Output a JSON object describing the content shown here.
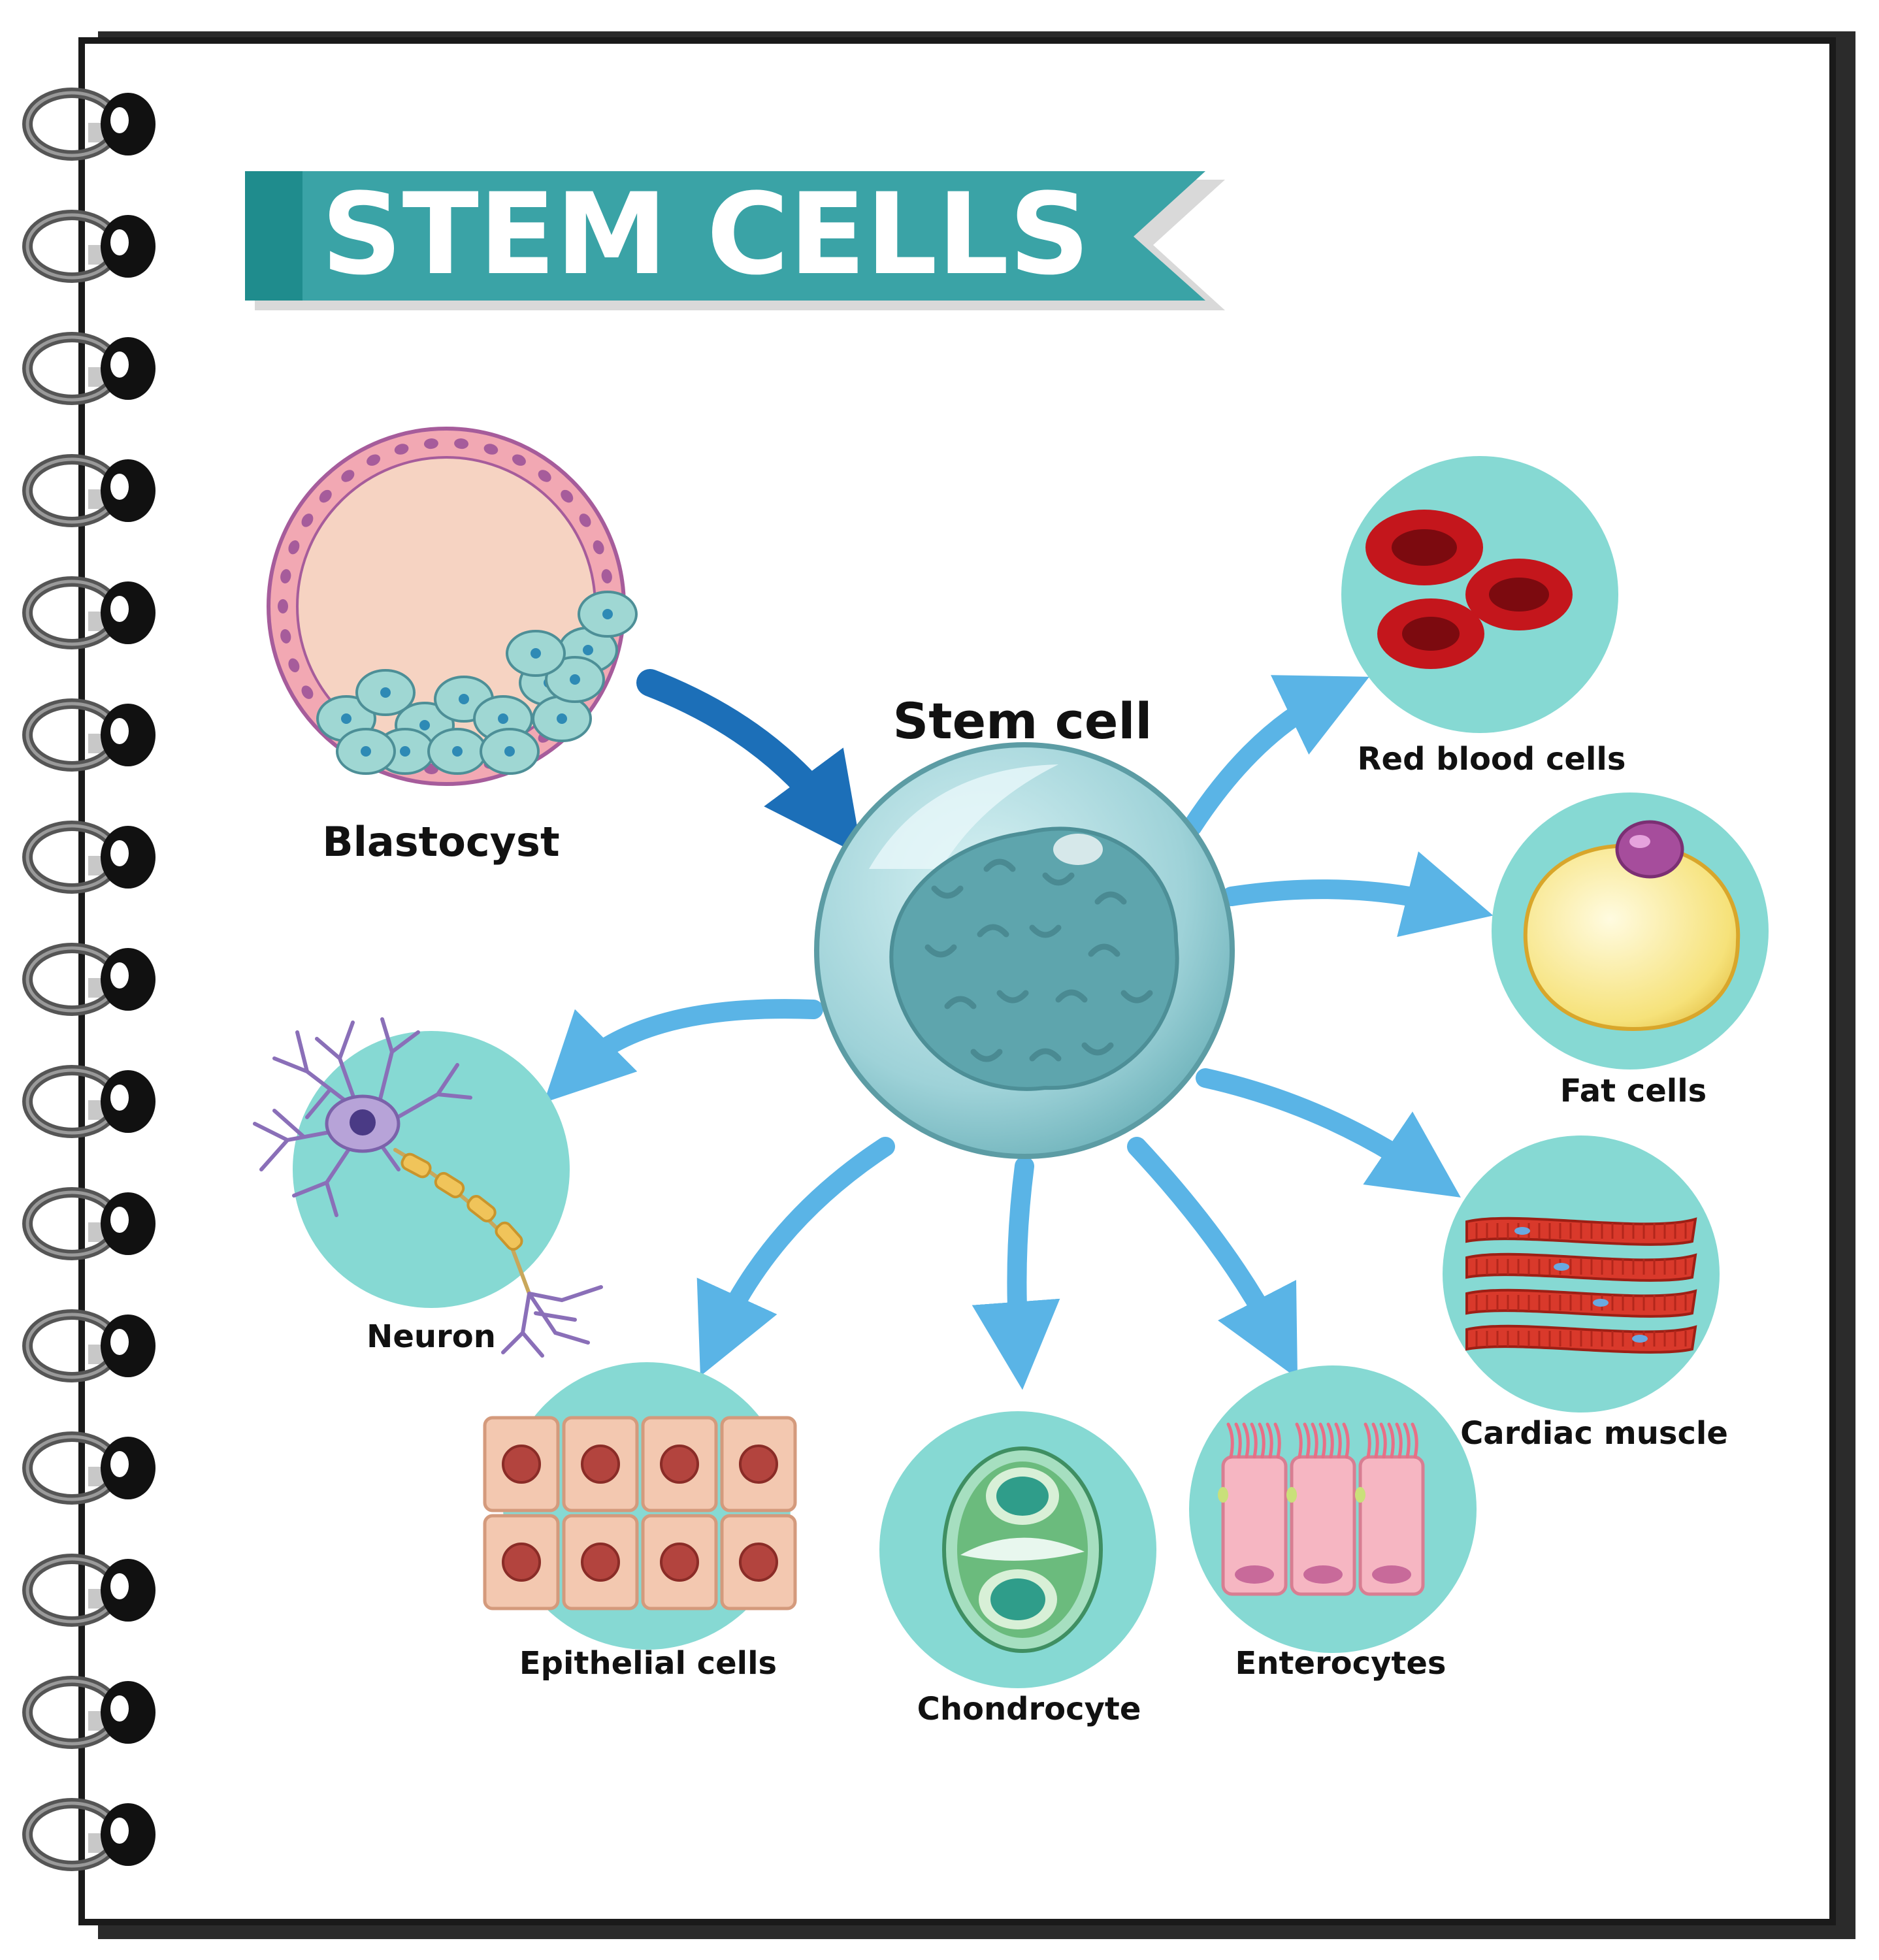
{
  "title": "STEM CELLS",
  "colors": {
    "banner": "#3aa3a6",
    "banner_dark": "#1f8c8d",
    "circle_fill": "#86d9d3",
    "arrow_light": "#5ab4e6",
    "arrow_dark": "#1c6fb8",
    "stem_membrane": "#8cc5cc",
    "stem_nucleus": "#5ea5ad",
    "rbc": "#c4161c",
    "fat": "#f6e27a",
    "muscle": "#d9392b",
    "epithelial": "#f3c8b0",
    "chondrocyte": "#5fb872",
    "enterocyte": "#f6b6c2",
    "neuron": "#9b85c0",
    "blastocyst_ring": "#f2a8b3",
    "notebook_border": "#1a1a1a"
  },
  "icons": [
    "spiral-ring-icon",
    "blastocyst-icon",
    "stem-cell-icon",
    "red-blood-cell-icon",
    "fat-cell-icon",
    "cardiac-muscle-icon",
    "enterocyte-icon",
    "chondrocyte-icon",
    "epithelial-cell-icon",
    "neuron-icon"
  ],
  "nodes": {
    "blastocyst": "Blastocyst",
    "stem_cell": "Stem cell",
    "red_blood_cells": "Red blood cells",
    "fat_cells": "Fat cells",
    "cardiac_muscle": "Cardiac muscle",
    "enterocytes": "Enterocytes",
    "chondrocyte": "Chondrocyte",
    "epithelial_cells": "Epithelial cells",
    "neuron": "Neuron"
  }
}
